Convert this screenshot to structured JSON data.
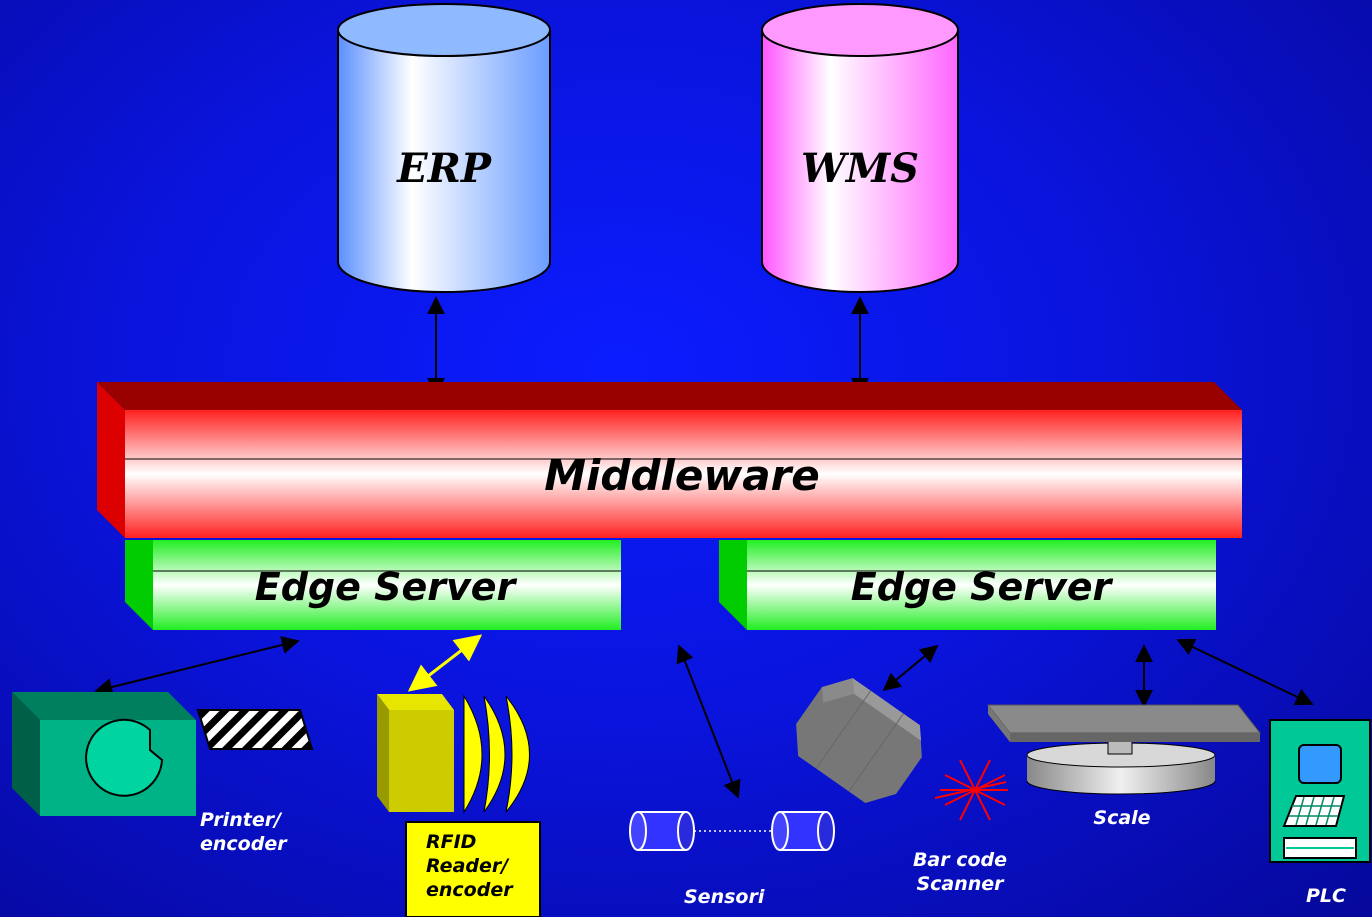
{
  "databases": {
    "erp": {
      "label": "ERP",
      "color": "#7fb2ff"
    },
    "wms": {
      "label": "WMS",
      "color": "#ff7fff"
    }
  },
  "middleware": {
    "label": "Middleware",
    "color": "#e00000"
  },
  "edge_servers": [
    {
      "label": "Edge Server",
      "color": "#00e000"
    },
    {
      "label": "Edge Server",
      "color": "#00e000"
    }
  ],
  "devices": {
    "printer": {
      "line1": "Printer/",
      "line2": "encoder"
    },
    "rfid": {
      "line1": "RFID",
      "line2": "Reader/",
      "line3": "encoder"
    },
    "sensori": {
      "label": "Sensori"
    },
    "barcode": {
      "line1": "Bar code",
      "line2": "Scanner"
    },
    "scale": {
      "label": "Scale"
    },
    "plc": {
      "label": "PLC"
    }
  },
  "colors": {
    "background": "#0a14dd",
    "arrow": "#000000",
    "rfid_arrow": "#ffff00"
  }
}
